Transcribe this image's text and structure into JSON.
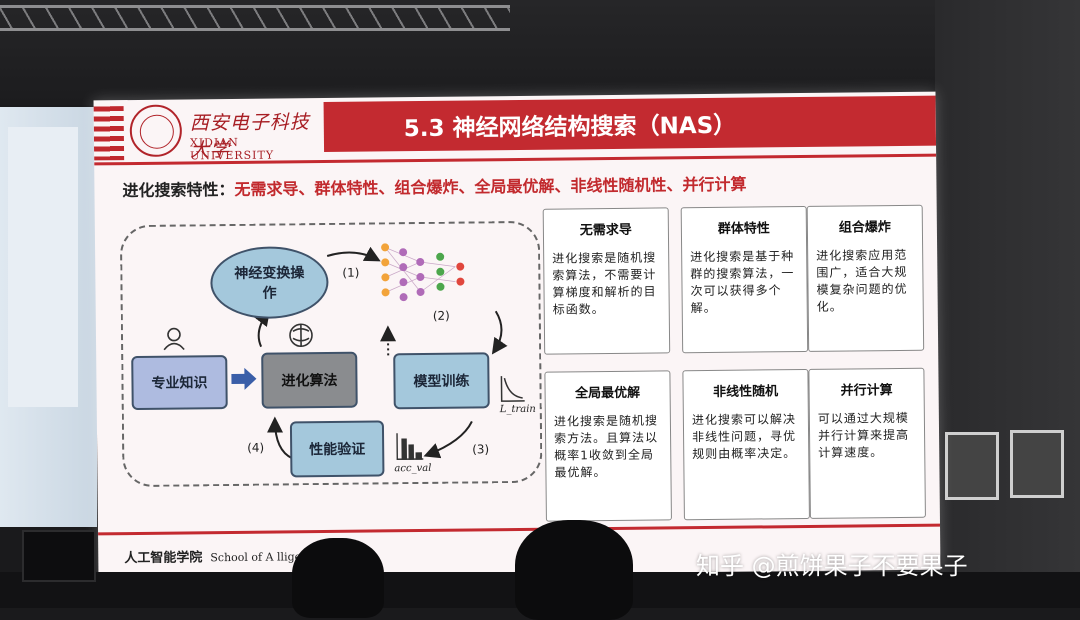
{
  "slide": {
    "university_cn": "西安电子科技大学",
    "university_en": "XIDIAN UNIVERSITY",
    "title": "5.3 神经网络结构搜索（NAS）",
    "traits_label": "进化搜索特性：",
    "traits_values": "无需求导、群体特性、组合爆炸、全局最优解、非线性随机性、并行计算",
    "footer_cn": "人工智能学院",
    "footer_en": "School of A         lligence"
  },
  "diagram": {
    "nodes": {
      "transform": "神经变换操作",
      "knowledge": "专业知识",
      "evolution": "进化算法",
      "training": "模型训练",
      "verify": "性能验证"
    },
    "step_labels": [
      "(1)",
      "(2)",
      "(3)",
      "(4)"
    ],
    "loss_label": "L_train",
    "acc_label": "acc_val",
    "icons": [
      "person-icon",
      "brain-icon",
      "neural-network-icon",
      "loss-curve-icon",
      "bar-chart-icon"
    ]
  },
  "cards": [
    {
      "title": "无需求导",
      "body": "进化搜索是随机搜索算法，不需要计算梯度和解析的目标函数。"
    },
    {
      "title": "群体特性",
      "body": "进化搜索是基于种群的搜索算法，一次可以获得多个解。"
    },
    {
      "title": "组合爆炸",
      "body": "进化搜索应用范围广，适合大规模复杂问题的优化。"
    },
    {
      "title": "全局最优解",
      "body": "进化搜索是随机搜索方法。且算法以概率1收敛到全局最优解。"
    },
    {
      "title": "非线性随机",
      "body": "进化搜索可以解决非线性问题，寻优规则由概率决定。"
    },
    {
      "title": "并行计算",
      "body": "可以通过大规模并行计算来提高计算速度。"
    }
  ],
  "watermark": "知乎 @煎饼果子不要果子",
  "colors": {
    "accent_red": "#c32a30",
    "node_blue": "#a4c8dc",
    "node_gray": "#8a8c8f"
  }
}
